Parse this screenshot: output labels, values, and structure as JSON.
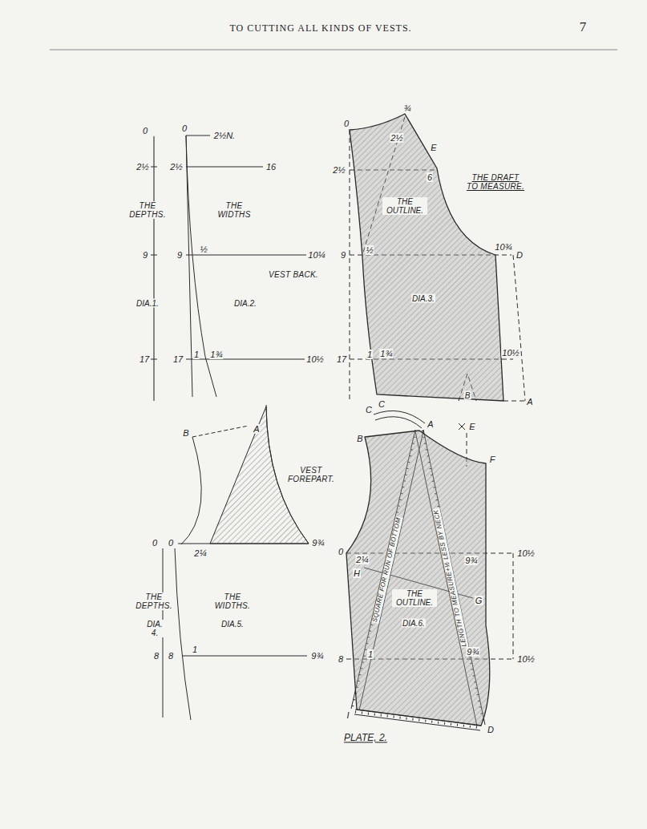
{
  "diagram": {
    "title": "TO CUTTING ALL KINDS OF VESTS.",
    "caption": "PLATE, 2.",
    "nodes": [
      {
        "text": [
          "THE OUTLINE.",
          "DIA.3."
        ]
      },
      {
        "text": [
          "THE OUTLINE.",
          "DIA.6."
        ]
      }
    ],
    "labels": [
      "7",
      "0",
      "0",
      "2½N.",
      "2½",
      "2½",
      "16",
      "THE DEPTHS.",
      "THE WIDTHS",
      "9",
      "9",
      "½",
      "10¼",
      "VEST BACK.",
      "DIA.1.",
      "DIA.2.",
      "17",
      "17",
      "1",
      "1¾",
      "10½",
      "0",
      "¾",
      "2½",
      "E",
      "2½",
      "6",
      "THE DRAFT TO MEASURE.",
      "9",
      "½",
      "10¾",
      "D",
      "17",
      "1",
      "1¾",
      "10½",
      "C",
      "B",
      "A",
      "B",
      "A",
      "VEST FOREPART.",
      "0",
      "0",
      "2¼",
      "9¾",
      "THE DEPTHS.",
      "DIA. 4.",
      "THE WIDTHS.",
      "DIA.5.",
      "8",
      "8",
      "1",
      "9¾",
      "C",
      "B",
      "A",
      "E",
      "F",
      "0",
      "2¼",
      "H",
      "9¾",
      "10½",
      "SQUARE FOR RUN OF BOTTOM",
      "LENGTH TO MEASURE+½ LESS BY NECK",
      "G",
      "8",
      "1",
      "9¾",
      "10½",
      "I",
      "D"
    ]
  }
}
